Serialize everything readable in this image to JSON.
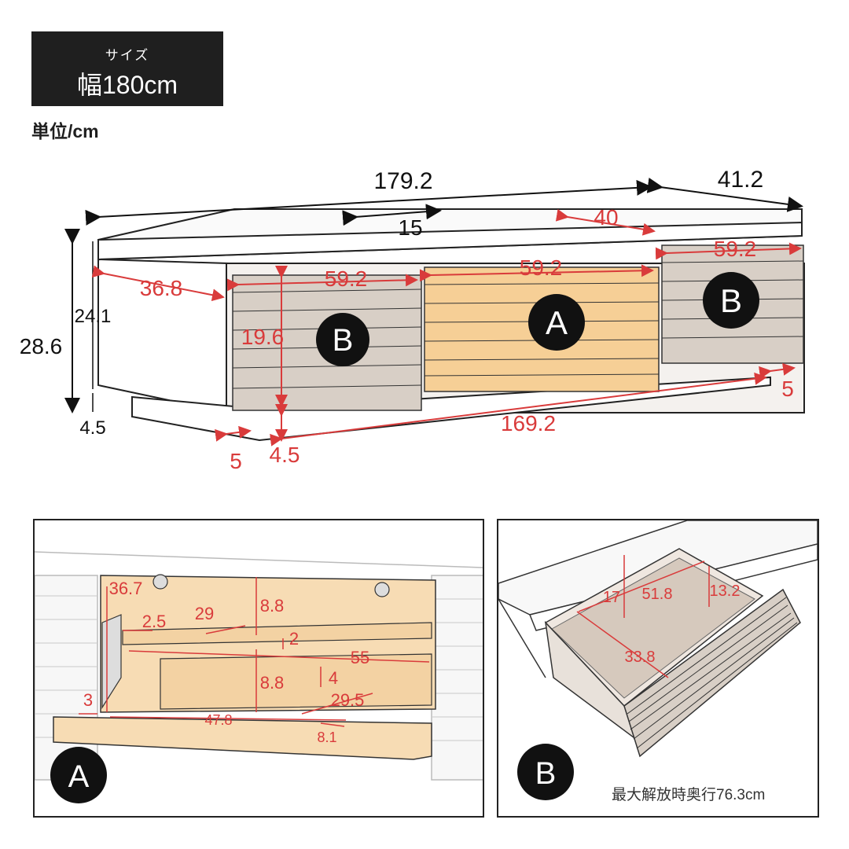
{
  "header": {
    "size_label": "サイズ",
    "size_value": "幅180cm",
    "unit_label": "単位/cm"
  },
  "main_diagram": {
    "overall_width": "179.2",
    "overall_depth": "41.2",
    "top_offset": "15",
    "top_depth": "40",
    "drawer_b_right_width": "59.2",
    "drawer_a_width": "59.2",
    "drawer_b_left_width": "59.2",
    "side_width": "36.8",
    "inner_height": "24.1",
    "total_height": "28.6",
    "drawer_height": "19.6",
    "leg_height_left": "4.5",
    "base_width": "169.2",
    "leg_inset_right": "5",
    "leg_inset_left": "5",
    "leg_height_bottom": "4.5",
    "label_a": "A",
    "label_b_left": "B",
    "label_b_right": "B"
  },
  "detail_a": {
    "label": "A",
    "dims": [
      "36.7",
      "2.5",
      "29",
      "8.8",
      "2",
      "55",
      "8.8",
      "4",
      "29.5",
      "3",
      "47.8",
      "8.1"
    ]
  },
  "detail_b": {
    "label": "B",
    "dims": [
      "17",
      "51.8",
      "13.2",
      "33.8"
    ],
    "caption": "最大解放時奥行76.3cm"
  },
  "colors": {
    "dimension_red": "#d93b3b",
    "wood_light": "#f6cf96",
    "wood_grey": "#d8cfc6",
    "badge_bg": "#1f1f1f"
  }
}
